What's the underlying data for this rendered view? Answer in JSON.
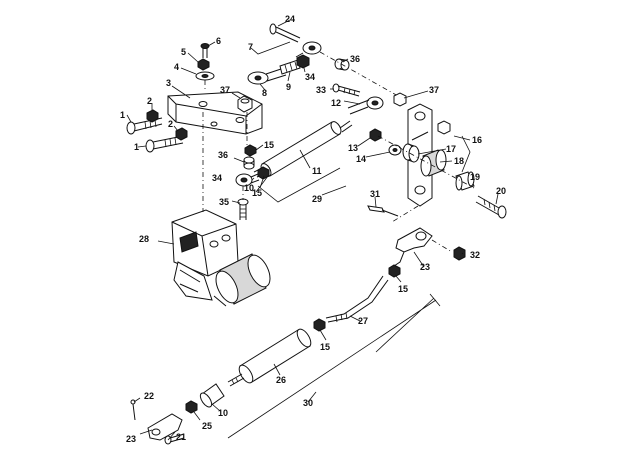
{
  "diagram": {
    "callouts": {
      "c1a": "1",
      "c1b": "1",
      "c2a": "2",
      "c2b": "2",
      "c3": "3",
      "c4": "4",
      "c5": "5",
      "c6": "6",
      "c7": "7",
      "c8": "8",
      "c9": "9",
      "c10a": "10",
      "c10b": "10",
      "c11": "11",
      "c12": "12",
      "c13": "13",
      "c14": "14",
      "c15a": "15",
      "c15b": "15",
      "c15c": "15",
      "c15d": "15",
      "c16": "16",
      "c17": "17",
      "c18": "18",
      "c19": "19",
      "c20": "20",
      "c21": "21",
      "c22": "22",
      "c23a": "23",
      "c23b": "23",
      "c24": "24",
      "c25": "25",
      "c26": "26",
      "c27": "27",
      "c28": "28",
      "c29": "29",
      "c30": "30",
      "c31": "31",
      "c32": "32",
      "c33": "33",
      "c34a": "34",
      "c34b": "34",
      "c35": "35",
      "c36a": "36",
      "c36b": "36",
      "c37a": "37",
      "c37b": "37"
    }
  }
}
